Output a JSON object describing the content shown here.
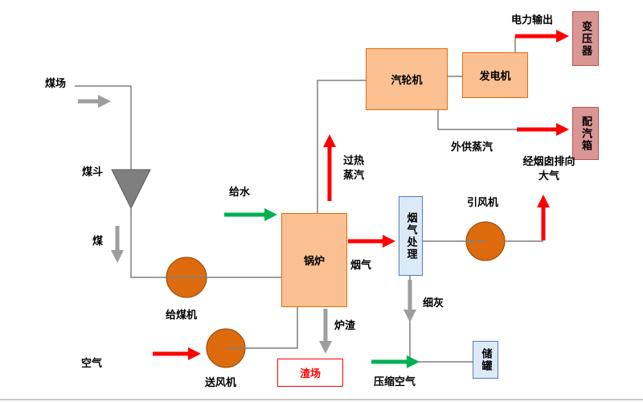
{
  "diagram": {
    "nodes": {
      "coal_hopper": {
        "label": "煤斗"
      },
      "coal_feeder": {
        "label": "给煤机"
      },
      "forced_draft_fan": {
        "label": "送风机"
      },
      "boiler": {
        "label": "锅炉"
      },
      "turbine": {
        "label": "汽轮机"
      },
      "generator": {
        "label": "发电机"
      },
      "transformer": {
        "label": "变压器"
      },
      "steam_distribution_box": {
        "label": "配汽箱"
      },
      "flue_gas_treatment": {
        "label": "烟气处理"
      },
      "induced_draft_fan": {
        "label": "引风机"
      },
      "storage_tank": {
        "label": "储罐"
      },
      "slag_yard": {
        "label": "渣场"
      }
    },
    "flows": {
      "coal_yard": "煤场",
      "coal": "煤",
      "air": "空气",
      "feed_water": "给水",
      "superheated_steam": "过热\n蒸汽",
      "flue_gas": "烟气",
      "chimney_exhaust": "经烟囱排向\n大气",
      "fine_ash": "细灰",
      "slag": "炉渣",
      "compressed_air": "压缩空气",
      "power_output": "电力输出",
      "external_steam": "外供蒸汽"
    },
    "colors": {
      "process_box_fill": "#FAC091",
      "process_box_border": "#E36C09",
      "fan_circle_fill": "#DD6B0D",
      "pink_box_fill": "#D99694",
      "blue_box_fill": "#DCE9F7",
      "blue_box_border": "#4F81BD",
      "slag_yard_border": "#FF0000",
      "red_flow": "#FF0000",
      "green_flow": "#00B050",
      "gray_flow": "#9E9E9E",
      "pipe_line": "#7F7F7F"
    }
  }
}
